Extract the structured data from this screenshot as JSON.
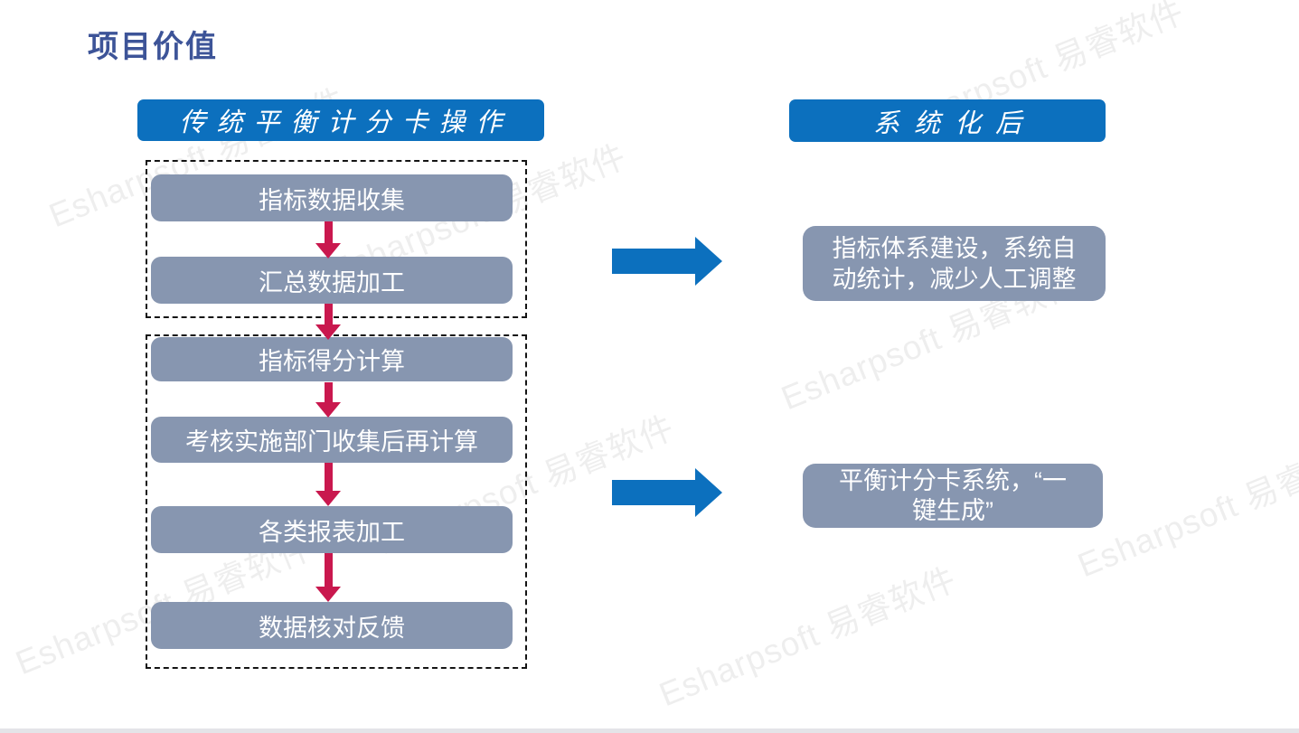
{
  "title": "项目价值",
  "watermark": {
    "text": "Esharpsoft 易睿软件"
  },
  "left_column": {
    "header": "传统平衡计分卡操作",
    "group1": {
      "steps": [
        "指标数据收集",
        "汇总数据加工"
      ]
    },
    "group2": {
      "steps": [
        "指标得分计算",
        "考核实施部门收集后再计算",
        "各类报表加工",
        "数据核对反馈"
      ]
    }
  },
  "right_column": {
    "header": "系统化后",
    "results": [
      {
        "lines": [
          "指标体系建设，系统自",
          "动统计，减少人工调整"
        ]
      },
      {
        "lines": [
          "平衡计分卡系统，“一",
          "键生成”"
        ]
      }
    ]
  },
  "icons": {
    "down_arrow": "red-down-arrow",
    "right_arrow": "blue-right-arrow"
  },
  "colors": {
    "title_blue": "#3D5498",
    "header_blue": "#0C70BE",
    "box_gray": "#8796B0",
    "arrow_red": "#C9184E",
    "watermark_gray": "rgba(60,60,60,0.085)"
  }
}
